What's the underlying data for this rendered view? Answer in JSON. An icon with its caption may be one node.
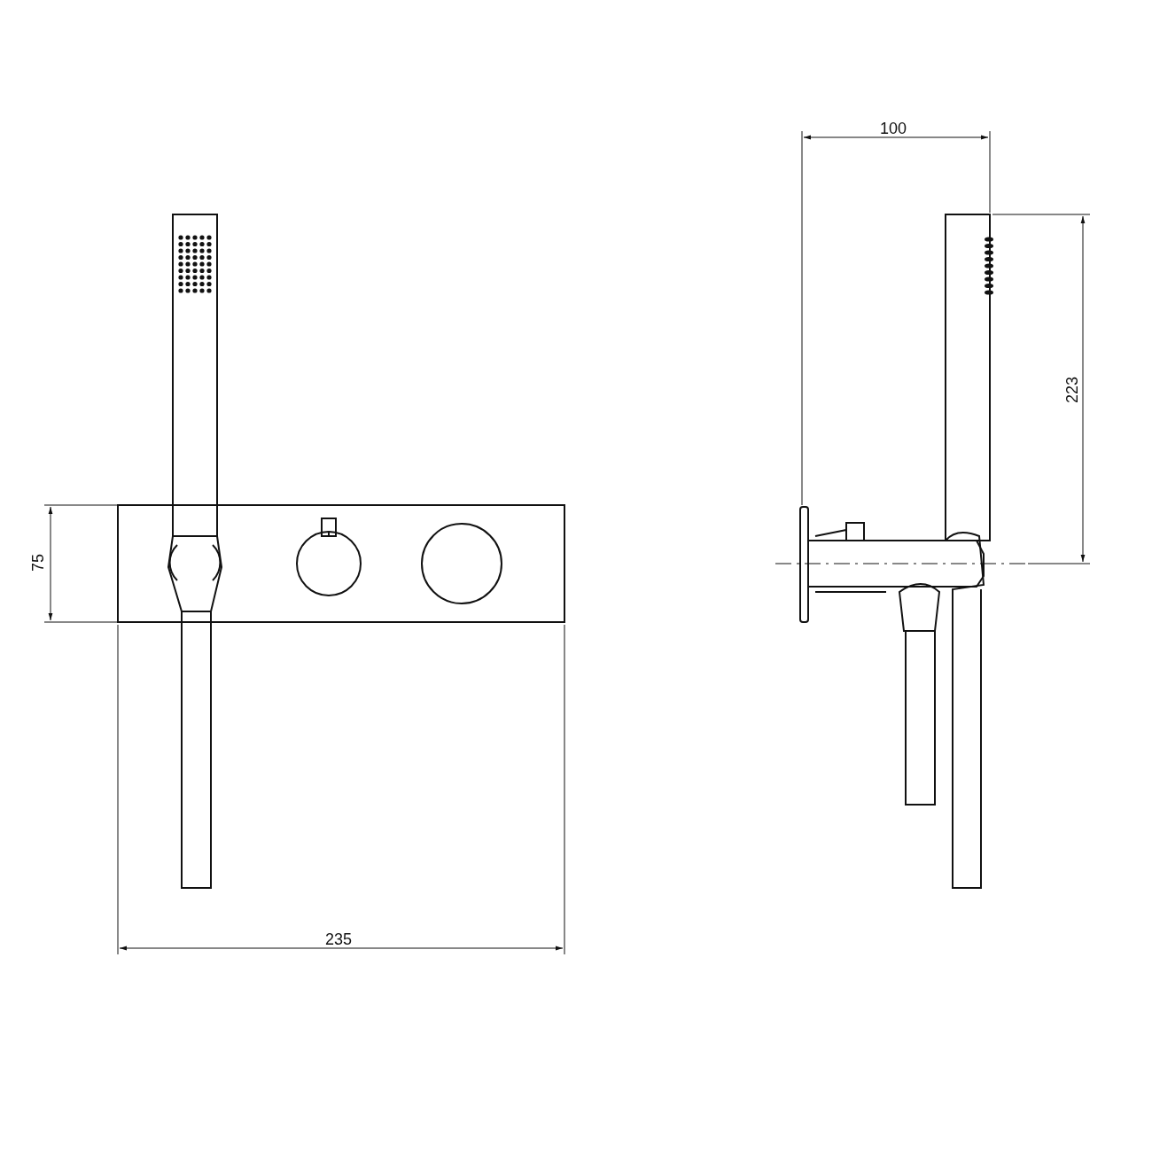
{
  "diagram": {
    "labels": [
      "100",
      "223",
      "75",
      "235"
    ]
  }
}
